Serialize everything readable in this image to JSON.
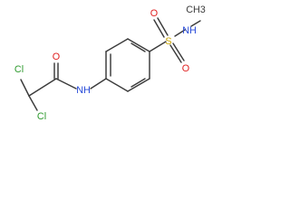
{
  "molecule": {
    "atoms": {
      "cl_top": "Cl",
      "cl_bottom": "Cl",
      "oxygen_carbonyl": "O",
      "amide_nh": "NH",
      "sulfur": "S",
      "oxygen_sulfonyl_left": "O",
      "oxygen_sulfonyl_right": "O",
      "sulfonamide_nh": "NH",
      "methyl": "CH3"
    },
    "colors": {
      "bond": "#3b3b3b",
      "chlorine": "#2e9a2e",
      "oxygen": "#e02020",
      "nitrogen": "#2448d8",
      "sulfur": "#c9a400",
      "carbon_label": "#3b3b3b"
    }
  }
}
